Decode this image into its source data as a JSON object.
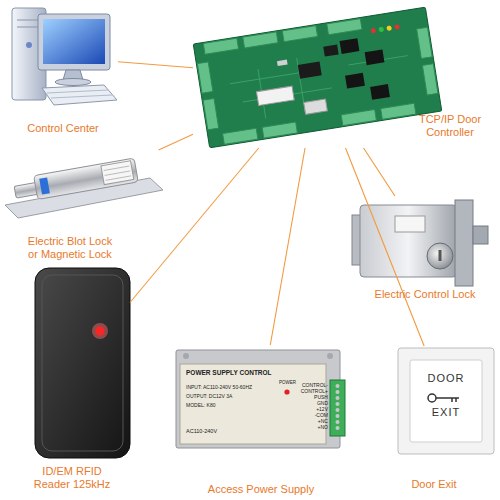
{
  "diagram": {
    "nodes": [
      {
        "text": [
          "Control Center"
        ]
      },
      {
        "text": [
          "TCP/IP Door Controller"
        ]
      },
      {
        "text": [
          "Electric Blot Lock or Magnetic Lock"
        ]
      },
      {
        "text": [
          "Electric Control Lock"
        ]
      },
      {
        "text": [
          "ID/EM RFID Reader 125kHz"
        ]
      },
      {
        "text": [
          "Access Power Supply"
        ]
      },
      {
        "text": [
          "Door Exit"
        ]
      }
    ],
    "edges": [
      {
        "from": 1,
        "to": 0,
        "arrow": "none"
      },
      {
        "from": 1,
        "to": 2,
        "arrow": "none"
      },
      {
        "from": 1,
        "to": 3,
        "arrow": "none"
      },
      {
        "from": 1,
        "to": 4,
        "arrow": "none"
      },
      {
        "from": 1,
        "to": 5,
        "arrow": "none"
      },
      {
        "from": 1,
        "to": 6,
        "arrow": "none"
      }
    ],
    "labels": [
      "POWER SUPPLY CONTROL",
      "INPUT: AC110-240V 50-60HZ",
      "OUTPUT: DC12V 3A",
      "MODEL: K80",
      "AC110-240V",
      "POWER",
      "CONTROL-",
      "CONTROL+",
      "PUSH",
      "GND",
      "+12V",
      "-COM",
      "+NC",
      "+NO",
      "DOOR",
      "EXIT"
    ]
  }
}
